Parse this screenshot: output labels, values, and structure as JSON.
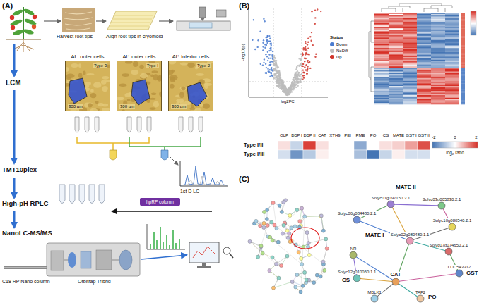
{
  "diagram": {
    "nodes": [
      {
        "text": [
          "Al⁻ outer cells",
          "Type 3",
          "300 µm"
        ]
      },
      {
        "text": [
          "Al⁺ outer cells",
          "Type I",
          "300 µm"
        ]
      },
      {
        "text": [
          "Al⁺ interior cells",
          "Type 2",
          "300 µm"
        ]
      },
      {
        "text": [
          "hpRP column"
        ]
      },
      {
        "text": [
          "Solyc01g097150.3.1"
        ]
      },
      {
        "text": [
          "Solyc03g005830.2.1"
        ]
      },
      {
        "text": [
          "Solyc06g084480.2.1"
        ]
      },
      {
        "text": [
          "Solyc10g080540.2.1"
        ]
      },
      {
        "text": [
          "Solyc02g080480.1.1"
        ]
      },
      {
        "text": [
          "Solyc07g074650.2.1"
        ]
      },
      {
        "text": [
          "NR"
        ]
      },
      {
        "text": [
          "LOC543312"
        ]
      },
      {
        "text": [
          "Solyc12g010060.1.1"
        ]
      },
      {
        "text": [
          "CAT"
        ]
      },
      {
        "text": [
          "MBLK1"
        ]
      },
      {
        "text": [
          "TAF2"
        ]
      }
    ],
    "edges": [
      {
        "from": 4,
        "to": 6,
        "arrow": "none"
      },
      {
        "from": 4,
        "to": 5,
        "arrow": "none"
      },
      {
        "from": 4,
        "to": 8,
        "arrow": "none"
      },
      {
        "from": 6,
        "to": 8,
        "arrow": "none"
      },
      {
        "from": 5,
        "to": 7,
        "arrow": "none"
      },
      {
        "from": 7,
        "to": 8,
        "arrow": "none"
      },
      {
        "from": 8,
        "to": 9,
        "arrow": "none"
      },
      {
        "from": 9,
        "to": 11,
        "arrow": "none"
      },
      {
        "from": 10,
        "to": 12,
        "arrow": "none"
      },
      {
        "from": 12,
        "to": 13,
        "arrow": "none"
      },
      {
        "from": 10,
        "to": 13,
        "arrow": "none"
      },
      {
        "from": 13,
        "to": 11,
        "arrow": "none"
      },
      {
        "from": 13,
        "to": 14,
        "arrow": "none"
      },
      {
        "from": 13,
        "to": 15,
        "arrow": "none"
      },
      {
        "from": 8,
        "to": 13,
        "arrow": "none"
      }
    ],
    "labels": [
      "(A)",
      "Harvest root tips",
      "Align root tips in cryomold",
      "LCM",
      "TMT10plex",
      "High-pH RPLC",
      "1st D LC",
      "NanoLC-MS/MS",
      "C18 RP Nano column",
      "Orbitrap Tribrid",
      "(B)",
      "log2FC",
      "-log10(p)",
      "Status",
      "OLP",
      "DBP I",
      "DBP II",
      "CAT",
      "XTH9",
      "PEI",
      "PME",
      "PO",
      "CS",
      "MATE",
      "GST I",
      "GST II",
      "Type I/II",
      "Type I/III",
      "-2",
      "0",
      "2",
      "log₂ ratio",
      "(C)",
      "MATE II",
      "MATE I",
      "CS",
      "GST",
      "PO"
    ],
    "legend": [
      {
        "text": "Down",
        "color": "#4a7bd0"
      },
      {
        "text": "NoDiff",
        "color": "#bdbdbd"
      },
      {
        "text": "Up",
        "color": "#d0352b"
      }
    ]
  }
}
